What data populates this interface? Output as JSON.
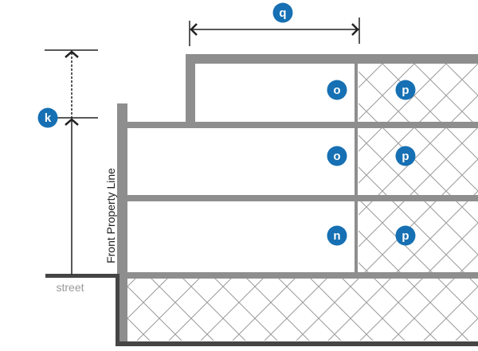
{
  "labels": {
    "k": "k",
    "q": "q",
    "o_upper": "o",
    "o_middle": "o",
    "n": "n",
    "p_upper": "p",
    "p_middle": "p",
    "p_lower": "p"
  },
  "text": {
    "street": "street",
    "front_property_line": "Front Property Line"
  },
  "colors": {
    "marker_blue": "#1670b3",
    "wall_grey": "#8e8e8e",
    "ground_dark": "#454545",
    "hatch": "#9a9a9a"
  }
}
